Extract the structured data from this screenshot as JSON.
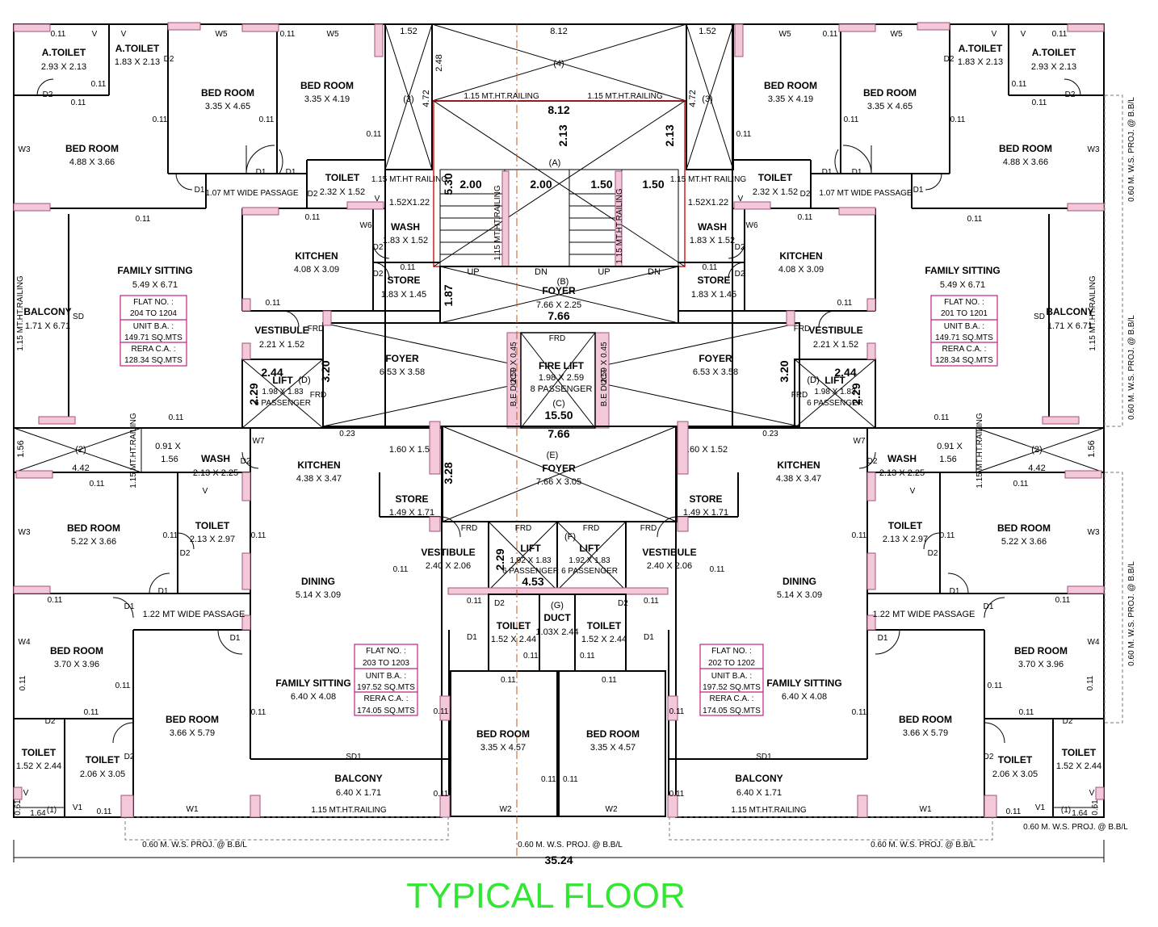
{
  "title": "TYPICAL FLOOR",
  "overall_dim": "35.24",
  "core": {
    "top_width": "8.12",
    "mark_4": "(4)",
    "mark_3": "(3)",
    "dim_152": "1.52",
    "dim_248": "2.48",
    "dim_472": "4.72",
    "railing": "1.15 MT.HT.RAILING",
    "stair_width": "8.12",
    "dim_213": "2.13",
    "mark_a": "(A)",
    "flight_200": "2.00",
    "flight_150": "1.50",
    "dim_530": "5.30",
    "rail_vert": "1.15 MT.HT.RAILING",
    "up": "UP",
    "dn": "DN",
    "mark_b": "(B)",
    "foyer": "FOYER",
    "foyer_b_dim": "7.66 X 2.25",
    "dim_766": "7.66",
    "dim_187": "1.87",
    "fire_lift": "FIRE LIFT",
    "fire_lift_dim": "1.98 X 2.59",
    "fire_lift_pass": "8 PASSENGER",
    "frd": "FRD",
    "ble_duct": "B.E DUCT",
    "ble_duct_dim": "2.59 X 0.45",
    "mark_c": "(C)",
    "dim_1550": "15.50",
    "mark_e": "(E)",
    "foyer_e_dim": "7.66 X 3.05",
    "dim_328": "3.28",
    "dim_160": "1.60 X 1.52",
    "mark_f": "(F)",
    "lift": "LIFT",
    "lift_dim": "1.92 X 1.83",
    "lift_pass": "6 PASSENGER",
    "dim_229": "2.29",
    "dim_453": "4.53",
    "mark_g": "(G)",
    "duct": "DUCT",
    "duct_dim": "1.03X 2.44",
    "toilet": "TOILET",
    "toilet_dim": "1.52 X 2.44",
    "wall_011": "0.11",
    "d2": "D2",
    "d1": "D1",
    "v": "V",
    "bed_room": "BED ROOM",
    "bed_dim": "3.35 X 4.57",
    "w2": "W2",
    "ws_proj": "0.60 M. W.S. PROJ. @ B.B/L"
  },
  "wing": {
    "a_toilet": "A.TOILET",
    "a_toilet_dim1": "2.93 X 2.13",
    "a_toilet_dim2": "1.83 X 2.13",
    "bed_room": "BED ROOM",
    "bed_465": "3.35 X 4.65",
    "bed_419": "3.35 X 4.19",
    "bed_488": "4.88 X 3.66",
    "toilet": "TOILET",
    "toilet_232": "2.32 X 1.52",
    "passage_107": "1.07 MT WIDE PASSAGE",
    "railing_152": "1.15 MT.HT RAILING",
    "dim_1522": "1.52X1.22",
    "wash": "WASH",
    "wash_183": "1.83 X 1.52",
    "kitchen": "KITCHEN",
    "kitchen_408": "4.08 X 3.09",
    "store": "STORE",
    "store_183": "1.83 X 1.45",
    "family_sitting": "FAMILY SITTING",
    "fs_549": "5.49 X 6.71",
    "balcony": "BALCONY",
    "balcony_171": "1.71 X 6.71",
    "rail_side": "1.15 MT.HT.RAILING",
    "sd": "SD",
    "vestibule": "VESTIBULE",
    "vest_221": "2.21 X 1.52",
    "foyer": "FOYER",
    "foyer_653": "6.53 X 3.58",
    "lift": "LIFT",
    "lift_198": "1.98 X 1.83",
    "lift_pass": "6 PASSENGER",
    "mark_d": "(D)",
    "dim_244": "2.44",
    "dim_229": "2.29",
    "dim_320": "3.20",
    "dim_023": "0.23",
    "flat_no_label": "FLAT NO. :",
    "flat_a_left": "204 TO 1204",
    "flat_a_right": "201 TO 1201",
    "unit_ba_label": "UNIT B.A. :",
    "unit_ba_a": "149.71 SQ.MTS",
    "rera_label": "RERA C.A. :",
    "rera_a": "128.34 SQ.MTS",
    "w3": "W3",
    "w4": "W4",
    "w5": "W5",
    "w6": "W6",
    "w7": "W7",
    "w1": "W1",
    "d1": "D1",
    "d2": "D2",
    "v": "V",
    "v1": "V1",
    "frd": "FRD",
    "sd1": "SD1",
    "wall_011": "0.11",
    "mark_2": "(2)",
    "dim_156": "1.56",
    "dim_442": "4.42",
    "dim_091": "0.91 X",
    "wash_213": "2.13 X 2.25",
    "bed_522": "5.22 X 3.66",
    "toilet_213": "2.13 X 2.97",
    "kitchen_438": "4.38 X 3.47",
    "store_149": "1.49 X 1.71",
    "vest_240": "2.40 X 2.06",
    "dining": "DINING",
    "dining_514": "5.14 X 3.09",
    "passage_122": "1.22 MT WIDE PASSAGE",
    "bed_370": "3.70 X 3.96",
    "bed_366": "3.66 X 5.79",
    "fs_640": "6.40 X 4.08",
    "toilet_152": "1.52 X 2.44",
    "toilet_206": "2.06 X 3.05",
    "balcony_640": "6.40 X 1.71",
    "flat_b_left": "203 TO 1203",
    "flat_b_right": "202 TO 1202",
    "unit_ba_b": "197.52 SQ.MTS",
    "rera_b": "174.05 SQ.MTS",
    "mark_1": "(1)",
    "dim_164": "1.64",
    "dim_061": "0.61",
    "ws_proj": "0.60 M. W.S. PROJ. @ B.B/L"
  }
}
